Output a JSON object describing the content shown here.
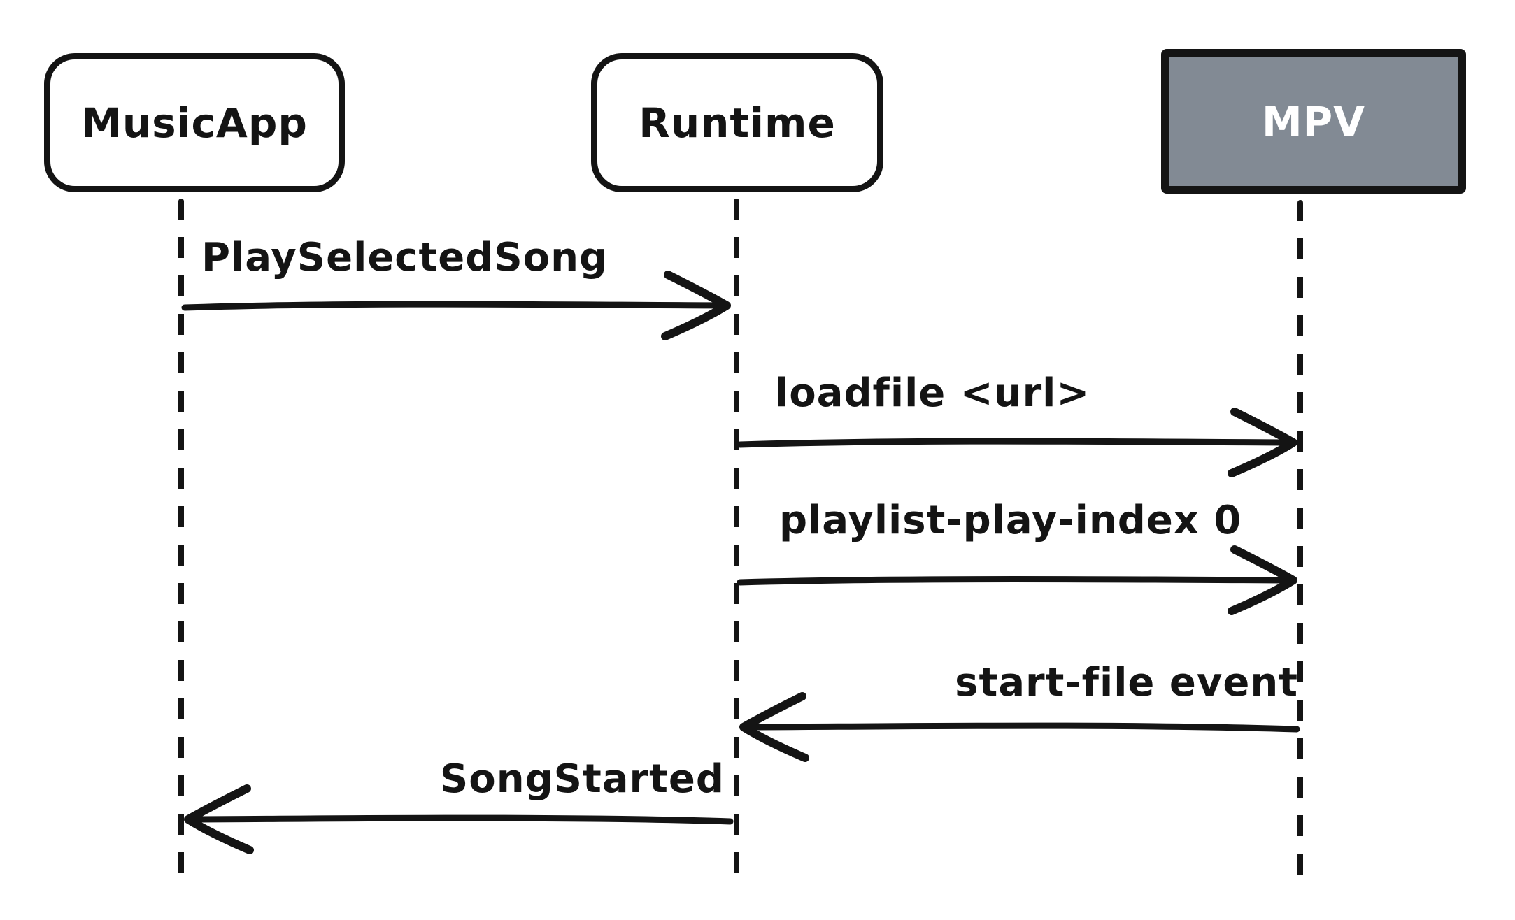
{
  "diagram": {
    "type": "sequence",
    "background_color": "#ffffff",
    "stroke_color": "#141414",
    "actors": [
      {
        "id": "musicapp",
        "label": "MusicApp",
        "fill": "#ffffff",
        "text_color": "#141414",
        "shape": "rounded-rectangle"
      },
      {
        "id": "runtime",
        "label": "Runtime",
        "fill": "#ffffff",
        "text_color": "#141414",
        "shape": "rounded-rectangle"
      },
      {
        "id": "mpv",
        "label": "MPV",
        "fill": "#828a94",
        "text_color": "#ffffff",
        "shape": "rectangle"
      }
    ],
    "messages": [
      {
        "label": "PlaySelectedSong",
        "from": "MusicApp",
        "to": "Runtime",
        "direction": "right"
      },
      {
        "label": "loadfile <url>",
        "from": "Runtime",
        "to": "MPV",
        "direction": "right"
      },
      {
        "label": "playlist-play-index 0",
        "from": "Runtime",
        "to": "MPV",
        "direction": "right"
      },
      {
        "label": "start-file event",
        "from": "MPV",
        "to": "Runtime",
        "direction": "left"
      },
      {
        "label": "SongStarted",
        "from": "Runtime",
        "to": "MusicApp",
        "direction": "left"
      }
    ]
  }
}
